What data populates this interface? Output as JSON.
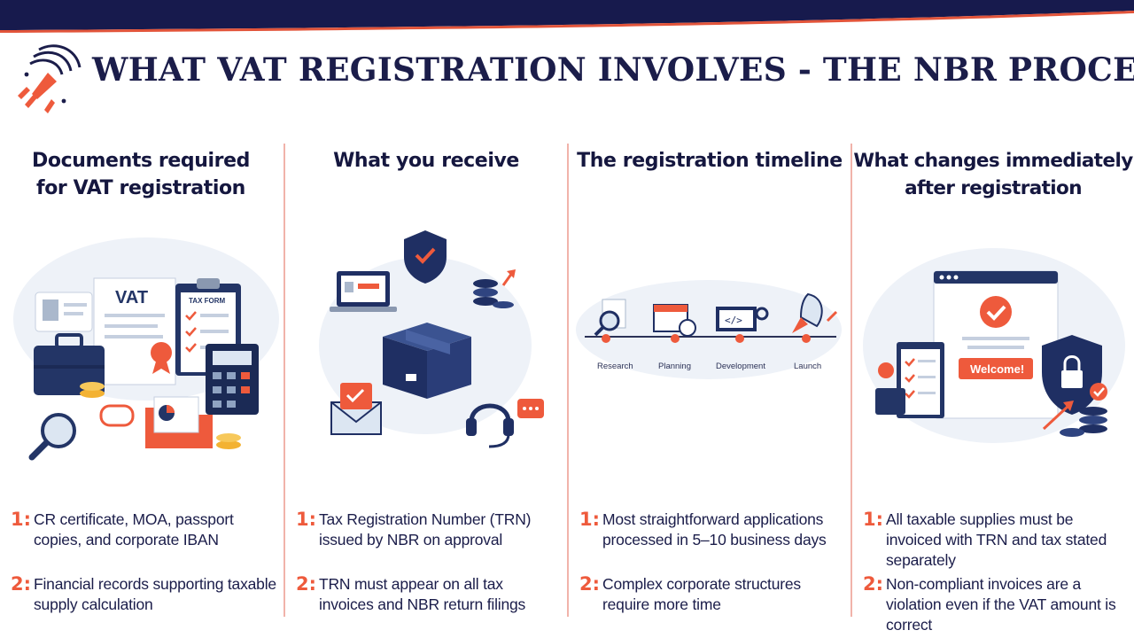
{
  "header": {
    "title": "WHAT VAT REGISTRATION INVOLVES - THE NBR PROCESS"
  },
  "colors": {
    "navy": "#1b1d4a",
    "accent": "#ee5a3c",
    "divider": "#f1b3aa"
  },
  "columns": [
    {
      "title_lines": [
        "Documents required",
        "for VAT registration"
      ],
      "illustration_labels": {
        "vat": "VAT",
        "tax_form": "TAX FORM"
      },
      "points": [
        {
          "number": "1:",
          "text": "CR certificate, MOA, passport copies, and corporate IBAN"
        },
        {
          "number": "2:",
          "text": "Financial records supporting taxable supply calculation"
        }
      ]
    },
    {
      "title_lines": [
        "What you receive"
      ],
      "points": [
        {
          "number": "1:",
          "text": "Tax Registration Number (TRN) issued by NBR on approval"
        },
        {
          "number": "2:",
          "text": "TRN must appear on all tax invoices and NBR return filings"
        }
      ]
    },
    {
      "title_lines": [
        "The registration timeline"
      ],
      "timeline": [
        "Research",
        "Planning",
        "Development",
        "Launch"
      ],
      "points": [
        {
          "number": "1:",
          "text": "Most straightforward applications processed in 5–10 business days"
        },
        {
          "number": "2:",
          "text": "Complex corporate structures require more time"
        }
      ]
    },
    {
      "title_lines": [
        "What changes immediately",
        "after registration"
      ],
      "illustration_labels": {
        "welcome": "Welcome!"
      },
      "points": [
        {
          "number": "1:",
          "text": "All taxable supplies must be invoiced with TRN and tax stated separately"
        },
        {
          "number": "2:",
          "text": "Non-compliant invoices are a violation even if the VAT amount is correct"
        }
      ]
    }
  ]
}
